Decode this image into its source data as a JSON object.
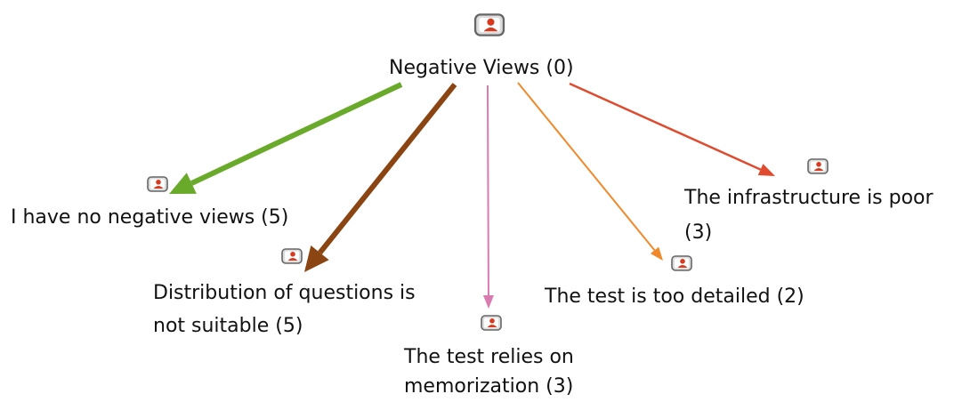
{
  "root": {
    "label": "Negative Views (0)",
    "icon": "code-person-icon"
  },
  "children": [
    {
      "id": "no-negative",
      "lines": [
        "I have no negative views (5)"
      ],
      "icon": "code-person-icon",
      "color": "#6aaa2a"
    },
    {
      "id": "distribution",
      "lines": [
        "Distribution of questions is",
        "not suitable (5)"
      ],
      "icon": "code-person-icon",
      "color": "#8b4513"
    },
    {
      "id": "memorization",
      "lines": [
        "The test relies on",
        "memorization (3)"
      ],
      "icon": "code-person-icon",
      "color": "#d97bb0"
    },
    {
      "id": "too-detailed",
      "lines": [
        "The test is too detailed (2)"
      ],
      "icon": "code-person-icon",
      "color": "#f0892a"
    },
    {
      "id": "infrastructure",
      "lines": [
        "The infrastructure is poor",
        "(3)"
      ],
      "icon": "code-person-icon",
      "color": "#e04a2e"
    }
  ],
  "colors": {
    "icon_fill": "#d9391f",
    "icon_frame": "#666666",
    "icon_bg": "#dddddd"
  }
}
